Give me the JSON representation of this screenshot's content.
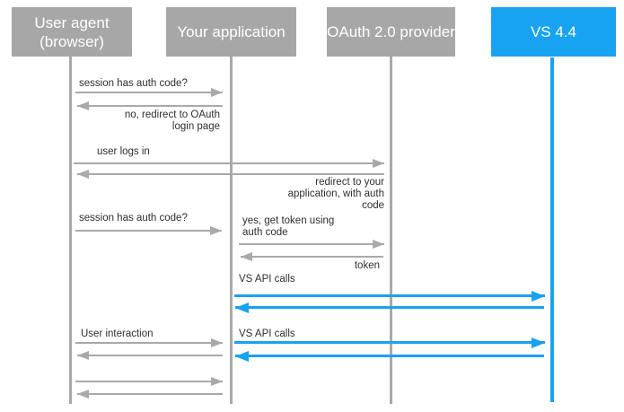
{
  "diagram": {
    "type": "sequence",
    "actors": [
      {
        "label": "User agent (browser)",
        "style": "gray"
      },
      {
        "label": "Your application",
        "style": "gray"
      },
      {
        "label": "OAuth 2.0 provider",
        "style": "gray"
      },
      {
        "label": "VS 4.4",
        "style": "blue"
      }
    ],
    "messages": [
      {
        "label": "session has auth code?",
        "from": "User agent (browser)",
        "to": "Your application",
        "direction": "right",
        "color": "gray"
      },
      {
        "label": "no, redirect to OAuth\nlogin page",
        "from": "Your application",
        "to": "User agent (browser)",
        "direction": "left",
        "color": "gray"
      },
      {
        "label": "user logs in",
        "from": "User agent (browser)",
        "to": "OAuth 2.0 provider",
        "direction": "right",
        "color": "gray"
      },
      {
        "label": "redirect to your\napplication, with auth code",
        "from": "OAuth 2.0 provider",
        "to": "User agent (browser)",
        "direction": "left",
        "color": "gray"
      },
      {
        "label": "session has auth code?",
        "from": "User agent (browser)",
        "to": "Your application",
        "direction": "right",
        "color": "gray"
      },
      {
        "label": "yes, get token using\nauth code",
        "from": "Your application",
        "to": "OAuth 2.0 provider",
        "direction": "right",
        "color": "gray"
      },
      {
        "label": "token",
        "from": "OAuth 2.0 provider",
        "to": "Your application",
        "direction": "left",
        "color": "gray"
      },
      {
        "label": "VS API calls",
        "from": "Your application",
        "to": "VS 4.4",
        "direction": "right",
        "color": "blue"
      },
      {
        "label": "",
        "from": "VS 4.4",
        "to": "Your application",
        "direction": "left",
        "color": "blue"
      },
      {
        "label": "User interaction",
        "from": "User agent (browser)",
        "to": "Your application",
        "direction": "right",
        "color": "gray"
      },
      {
        "label": "VS API calls",
        "from": "Your application",
        "to": "VS 4.4",
        "direction": "right",
        "color": "blue"
      },
      {
        "label": "",
        "from": "Your application",
        "to": "User agent (browser)",
        "direction": "left",
        "color": "gray"
      },
      {
        "label": "",
        "from": "VS 4.4",
        "to": "Your application",
        "direction": "left",
        "color": "blue"
      },
      {
        "label": "",
        "from": "User agent (browser)",
        "to": "Your application",
        "direction": "right",
        "color": "gray"
      },
      {
        "label": "",
        "from": "Your application",
        "to": "User agent (browser)",
        "direction": "left",
        "color": "gray"
      }
    ],
    "colors": {
      "actor_gray": "#a7a7a7",
      "accent_blue": "#18a2f2",
      "line_gray": "#a9a9a9",
      "actor_text": "#ffffff",
      "label_text": "#2e2e2e",
      "background": "#ffffff"
    }
  }
}
